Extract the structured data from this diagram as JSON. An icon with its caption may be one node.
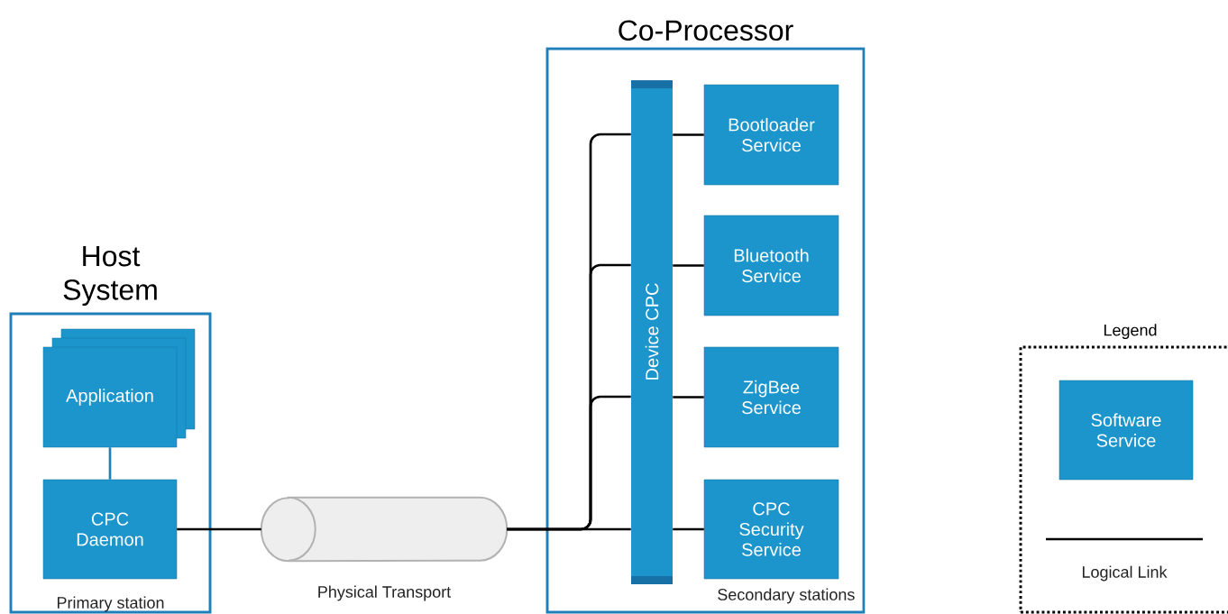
{
  "diagram": {
    "nodes": [
      {
        "text": [
          "Host System",
          "Primary station"
        ]
      },
      {
        "text": [
          "Application"
        ],
        "in": 0
      },
      {
        "text": [
          "CPC Daemon"
        ],
        "in": 0
      },
      {
        "text": [],
        "shape": "cylinder",
        "beside": [
          "Physical Transport"
        ]
      },
      {
        "text": [
          "Co-Processor",
          "Secondary stations"
        ]
      },
      {
        "text": [
          "Device CPC"
        ],
        "in": 4
      },
      {
        "text": [
          "Bootloader Service"
        ],
        "in": 4
      },
      {
        "text": [
          "Bluetooth Service"
        ],
        "in": 4
      },
      {
        "text": [
          "ZigBee Service"
        ],
        "in": 4
      },
      {
        "text": [
          "CPC Security Service"
        ],
        "in": 4
      },
      {
        "text": [
          "Legend"
        ]
      },
      {
        "text": [
          "Software Service"
        ],
        "in": 10
      }
    ],
    "edges": [
      {
        "from": 1,
        "to": 2,
        "arrow": "none",
        "color": "#1f7fb8"
      },
      {
        "from": 2,
        "to": 3,
        "arrow": "none"
      },
      {
        "from": 3,
        "to": 5,
        "arrow": "none"
      },
      {
        "from": 3,
        "to": 5,
        "arrow": "none"
      },
      {
        "from": 3,
        "to": 5,
        "arrow": "none"
      },
      {
        "from": 3,
        "to": 5,
        "arrow": "none"
      },
      {
        "from": 5,
        "to": 6,
        "arrow": "none"
      },
      {
        "from": 5,
        "to": 7,
        "arrow": "none"
      },
      {
        "from": 5,
        "to": 8,
        "arrow": "none"
      },
      {
        "from": 5,
        "to": 9,
        "arrow": "none"
      }
    ],
    "legend": [
      {
        "text": "Logical Link"
      }
    ]
  }
}
